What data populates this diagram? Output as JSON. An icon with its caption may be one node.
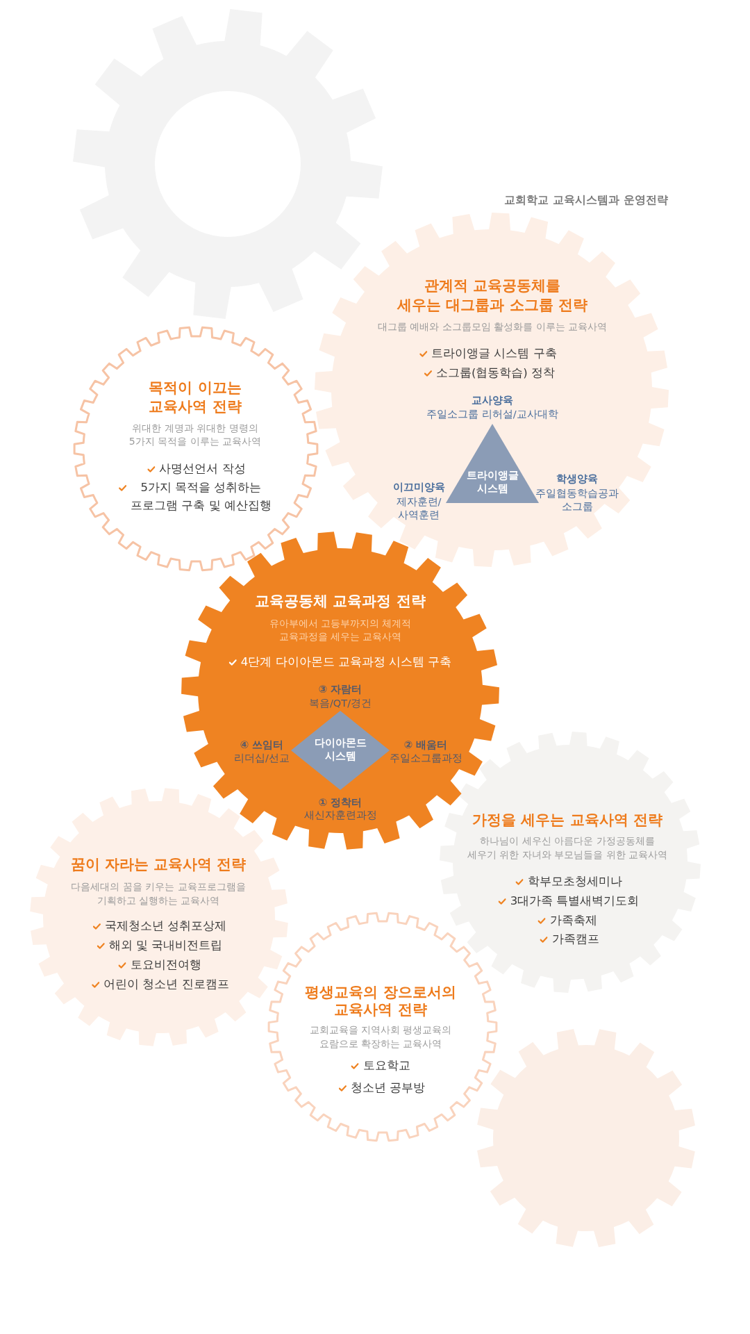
{
  "diagram": {
    "title": "교회학교 교육시스템과 운영전략",
    "nodes": [
      {
        "text": [],
        "shape": "gear"
      },
      {
        "text": [
          "관계적 교육공동체를 세우는 대그룹과 소그룹 전략",
          "대그룹 예배와 소그룹모임 활성화를 이루는 교육사역",
          "트라이앵글 시스템 구축",
          "소그룹(협동학습) 정착"
        ]
      },
      {
        "text": [
          "트라이앵글 시스템"
        ],
        "in": 1,
        "beside": [
          "교사양육",
          "주일소그룹 리허설/교사대학",
          "이끄미양육",
          "제자훈련/ 사역훈련",
          "학생양육",
          "주일협동학습공과 소그룹"
        ]
      },
      {
        "text": [
          "목적이 이끄는 교육사역 전략",
          "위대한 계명과 위대한 명령의 5가지 목적을 이루는 교육사역",
          "사명선언서 작성",
          "5가지 목적을 성취하는 프로그램 구축 및 예산집행"
        ]
      },
      {
        "text": [
          "교육공동체 교육과정 전략",
          "유아부에서 고등부까지의 체계적 교육과정을 세우는 교육사역",
          "4단계 다이아몬드 교육과정 시스템 구축"
        ]
      },
      {
        "text": [
          "다이아몬드 시스템"
        ],
        "in": 4,
        "beside": [
          "③ 자람터",
          "복음/QT/경건",
          "④ 쓰임터",
          "리더십/선교",
          "② 배움터",
          "주일소그룹과정",
          "① 정착터",
          "새신자훈련과정"
        ]
      },
      {
        "text": [
          "가정을 세우는 교육사역 전략",
          "하나님이 세우신 아름다운 가정공동체를 세우기 위한 자녀와 부모님들을 위한 교육사역",
          "학부모초청세미나",
          "3대가족 특별새벽기도회",
          "가족축제",
          "가족캠프"
        ]
      },
      {
        "text": [
          "꿈이 자라는 교육사역 전략",
          "다음세대의 꿈을 키우는 교육프로그램을 기획하고 실행하는 교육사역",
          "국제청소년 성취포상제",
          "해외 및 국내비전트립",
          "토요비전여행",
          "어린이 청소년 진로캠프"
        ]
      },
      {
        "text": [
          "평생교육의 장으로서의 교육사역 전략",
          "교회교육을 지역사회 평생교육의 요람으로 확장하는 교육사역",
          "토요학교",
          "청소년 공부방"
        ]
      },
      {
        "text": [],
        "shape": "gear"
      }
    ]
  }
}
